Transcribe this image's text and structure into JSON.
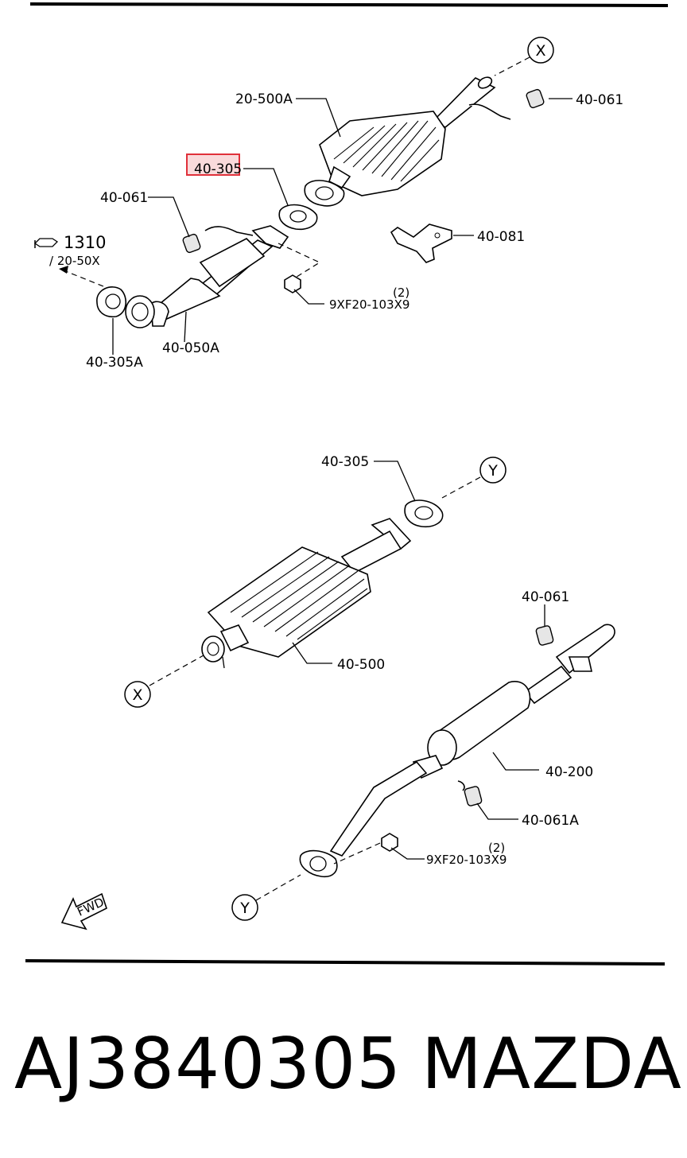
{
  "labels": {
    "catalytic": "20-500A",
    "hanger_top_right": "40-061",
    "gasket_highlight": "40-305",
    "hanger_front": "40-061",
    "bracket": "40-081",
    "ref_group": "1310",
    "ref_sub": "/ 20-50X",
    "nut_top": "9XF20-103X9",
    "nut_top_qty": "(2)",
    "front_pipe": "40-050A",
    "gasket_front": "40-305A",
    "gasket_mid": "40-305",
    "presilencer": "40-500",
    "hanger_rear": "40-061",
    "main_silencer": "40-200",
    "hanger_rear_a": "40-061A",
    "nut_bottom": "9XF20-103X9",
    "nut_bottom_qty": "(2)",
    "conn_x": "X",
    "conn_y": "Y",
    "fwd": "FWD"
  },
  "highlight_color": "#e0303a",
  "caption": {
    "part_number": "AJ3840305",
    "brand": "MAZDA"
  }
}
